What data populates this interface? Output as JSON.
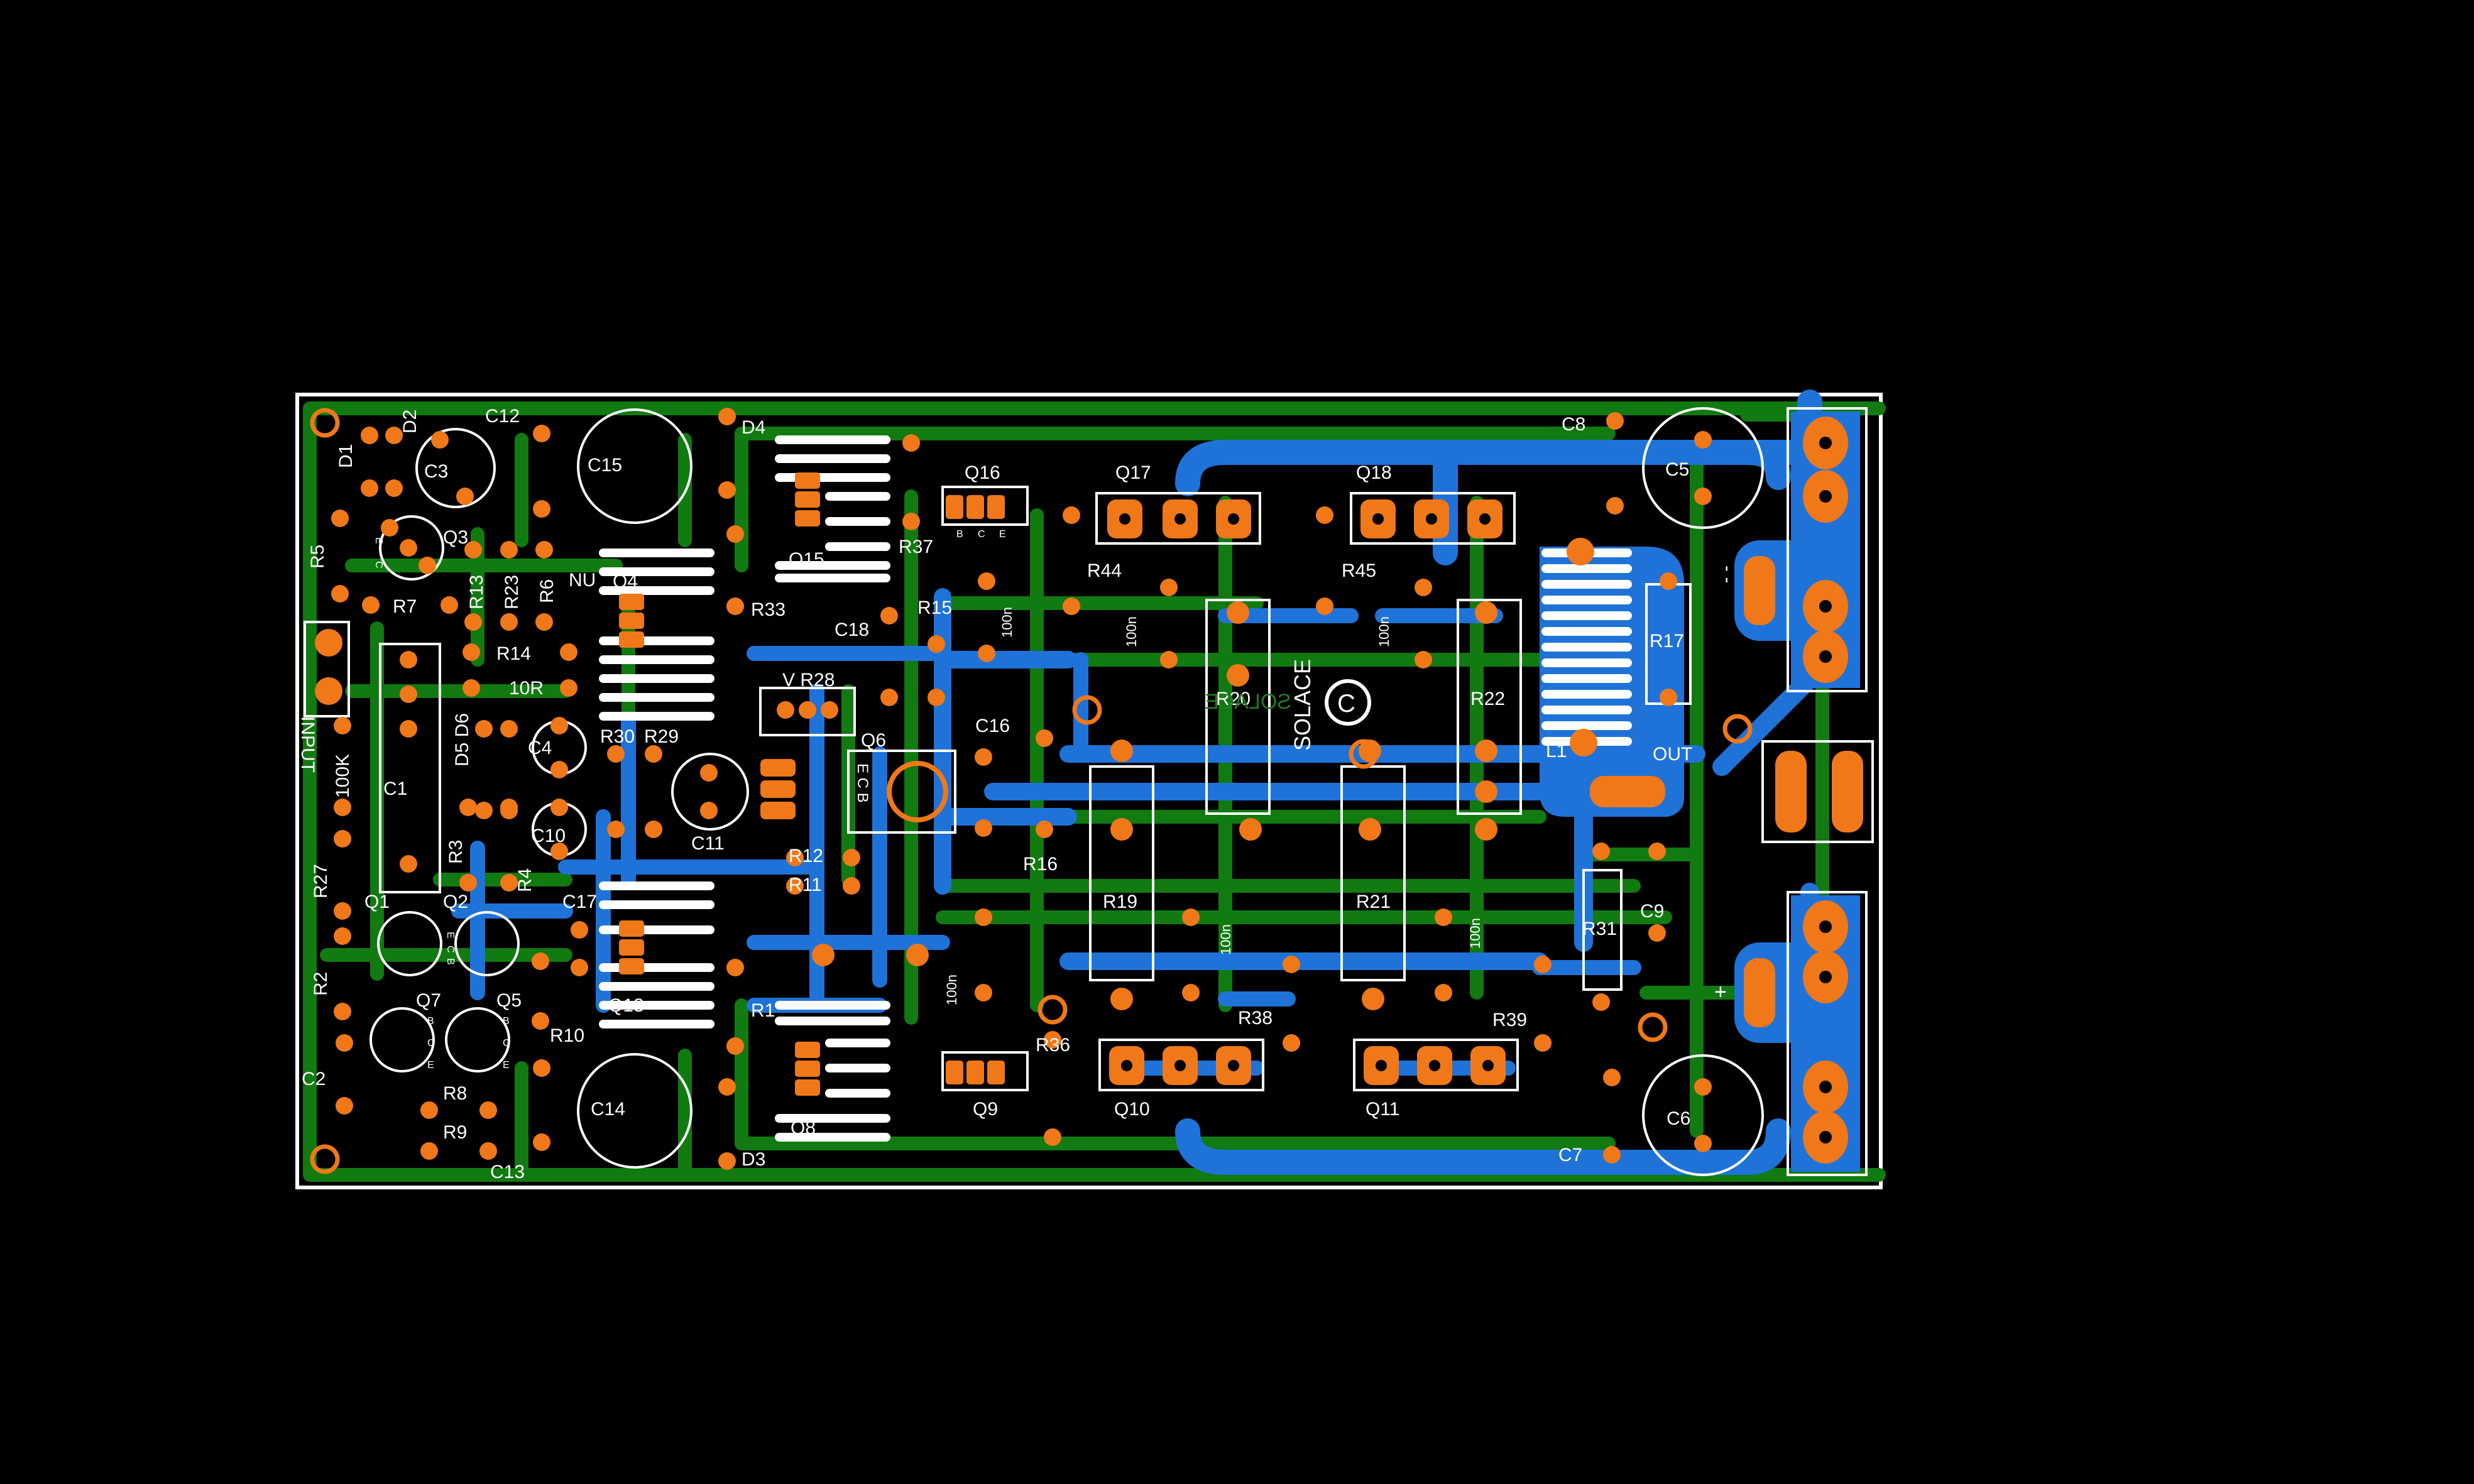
{
  "board": {
    "text_marks": {
      "brand": "SOLACE",
      "brand_mirrored": "SOLACE",
      "logo": "C",
      "input": "INPUT",
      "output": "OUT",
      "pos_rail": "+",
      "neg_rail": "- -",
      "inductor": "L1"
    },
    "colors": {
      "background": "#000000",
      "pad": "#f07818",
      "bottom_copper": "#1f73d8",
      "top_copper": "#117a11",
      "silkscreen": "#ffffff",
      "outline": "#ffffff"
    }
  },
  "labels": {
    "D1": "D1",
    "D2": "D2",
    "D3": "D3",
    "D4": "D4",
    "D5D6": "D5 D6",
    "C1": "C1",
    "C2": "C2",
    "C3": "C3",
    "C4": "C4",
    "C5": "C5",
    "C6": "C6",
    "C7": "C7",
    "C8": "C8",
    "C9": "C9",
    "C10": "C10",
    "C11": "C11",
    "C12": "C12",
    "C13": "C13",
    "C14": "C14",
    "C15": "C15",
    "C16": "C16",
    "C17": "C17",
    "C18": "C18",
    "Q1": "Q1",
    "Q2": "Q2",
    "Q3": "Q3",
    "Q4": "Q4",
    "Q5": "Q5",
    "Q6": "Q6",
    "Q7": "Q7",
    "Q8": "Q8",
    "Q9": "Q9",
    "Q10": "Q10",
    "Q11": "Q11",
    "Q13": "Q13",
    "Q15": "Q15",
    "Q16": "Q16",
    "Q17": "Q17",
    "Q18": "Q18",
    "R1": "R1",
    "R2": "R2",
    "R3": "R3",
    "R4": "R4",
    "R5": "R5",
    "R6": "R6",
    "R7": "R7",
    "R8": "R8",
    "R9": "R9",
    "R10": "R10",
    "R11": "R11",
    "R12": "R12",
    "R13": "R13",
    "R14": "R14",
    "R15": "R15",
    "R16": "R16",
    "R17": "R17",
    "R19": "R19",
    "R20": "R20",
    "R21": "R21",
    "R22": "R22",
    "R23": "R23",
    "R27": "R27",
    "R28": "V R28",
    "R29": "R29",
    "R30": "R30",
    "R31": "R31",
    "R33": "R33",
    "R36": "R36",
    "R37": "R37",
    "R38": "R38",
    "R39": "R39",
    "R44": "R44",
    "R45": "R45",
    "NU": "NU",
    "10R": "10R",
    "100K": "100K",
    "cap100n_a": "100n",
    "cap100n_b": "100n",
    "cap100n_c": "100n",
    "cap100n_d": "100n",
    "cap100n_e": "100n",
    "cap100n_f": "100n",
    "Q6_pins": "E C B",
    "pin_E": "E",
    "pin_C": "C",
    "pin_B": "B"
  }
}
